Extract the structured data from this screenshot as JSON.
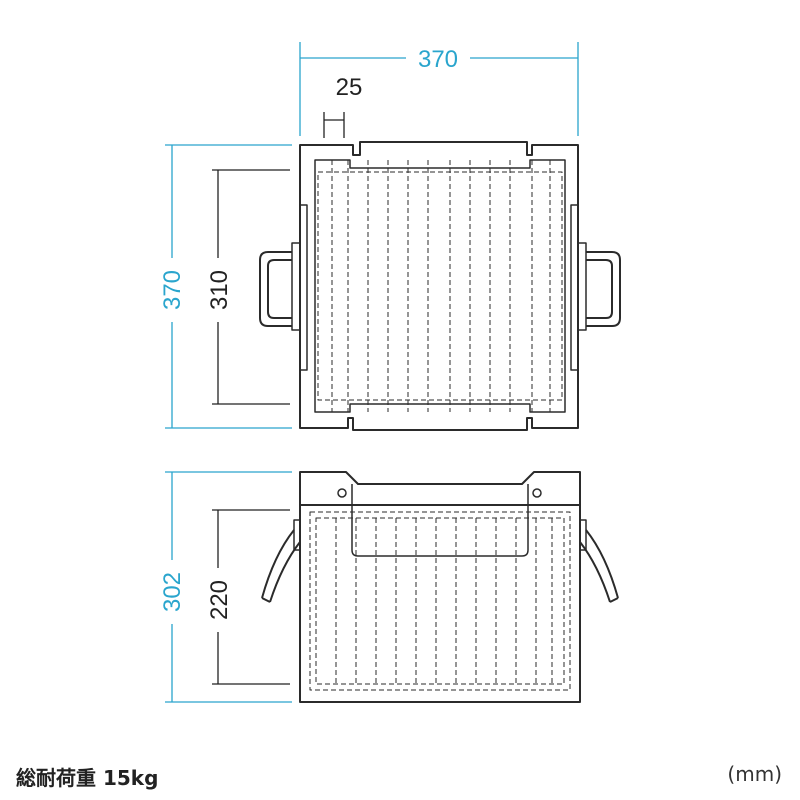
{
  "colors": {
    "outer_dimension": "#2aa5cd",
    "inner_dimension": "#222222",
    "outline": "#2b2b2b",
    "background": "#ffffff"
  },
  "dimensions": {
    "top_width": "370",
    "top_height": "370",
    "top_inner_height": "310",
    "rim_width": "25",
    "front_height": "302",
    "front_inner_height": "220"
  },
  "captions": {
    "load_capacity": "総耐荷重 15kg",
    "unit": "(mm)"
  }
}
